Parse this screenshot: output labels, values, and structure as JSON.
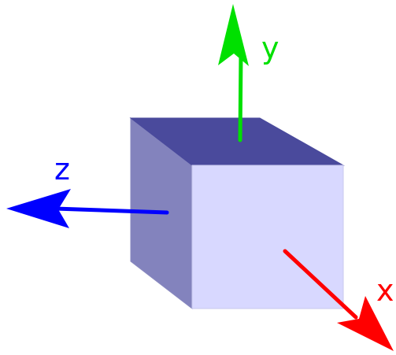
{
  "axes": {
    "x": {
      "label": "x",
      "color": "#ff0000"
    },
    "y": {
      "label": "y",
      "color": "#00e000"
    },
    "z": {
      "label": "z",
      "color": "#0000ff"
    }
  },
  "cube": {
    "front_face_color": "#d8d8ff",
    "top_face_color": "#4a4a9c",
    "side_face_color": "#8383bd",
    "edge_color": "#8a8ac0"
  }
}
